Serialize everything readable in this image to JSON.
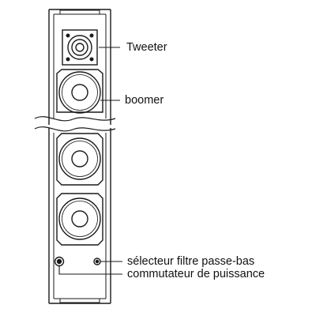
{
  "labels": {
    "tweeter": "Tweeter",
    "boomer": "boomer",
    "selector": "sélecteur filtre passe-bas",
    "switch": "commutateur de puissance"
  },
  "colors": {
    "line": "#1a1a1a",
    "fill": "#ffffff"
  }
}
